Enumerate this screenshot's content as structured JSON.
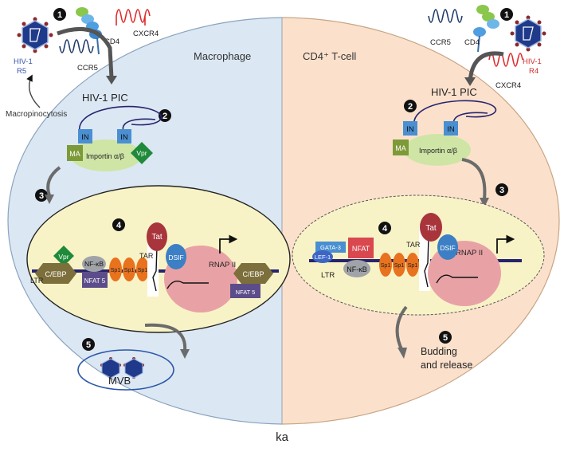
{
  "left_cell": {
    "title": "Macrophage",
    "receptor_cd4": "CD4",
    "receptor_ccr5": "CCR5",
    "receptor_cxcr4": "CXCR4",
    "virus_label_line1": "HIV-1",
    "virus_label_line2": "R5",
    "entry_route": "Macropinocytosis",
    "pic_label": "HIV-1 PIC",
    "integrase_a": "IN",
    "integrase_b": "IN",
    "matrix": "MA",
    "importin": "Importin α/β",
    "vpr_cytoplasm": "Vpr",
    "steps": [
      "1",
      "2",
      "3",
      "4",
      "5"
    ],
    "ltr": "LTR",
    "vpr_nucleus": "Vpr",
    "cebp_left": "C/EBP",
    "nfkb": "NF-κB",
    "nfat5_left": "NFAT 5",
    "sp1": [
      "Sp1",
      "Sp1",
      "Sp1"
    ],
    "tar": "TAR",
    "tat": "Tat",
    "dsif": "DSIF",
    "rnap": "RNAP II",
    "cebp_right": "C/EBP",
    "nfat5_right": "NFAT 5",
    "mvb": "MVB"
  },
  "right_cell": {
    "title": "CD4⁺ T-cell",
    "receptor_ccr5": "CCR5",
    "receptor_cd4": "CD4",
    "receptor_cxcr4": "CXCR4",
    "virus_label_line1": "HIV-1",
    "virus_label_line2": "R4",
    "pic_label": "HIV-1 PIC",
    "integrase_a": "IN",
    "integrase_b": "IN",
    "matrix": "MA",
    "importin": "Importin α/β",
    "steps": [
      "1",
      "2",
      "3",
      "4",
      "5"
    ],
    "gata3": "GATA-3",
    "lef1": "LEF-1",
    "nfat": "NFAT",
    "nfkb": "NF-κB",
    "ltr": "LTR",
    "sp1": [
      "Sp1",
      "Sp1",
      "Sp1"
    ],
    "tar": "TAR",
    "tat": "Tat",
    "dsif": "DSIF",
    "rnap": "RNAP II",
    "budding_line1": "Budding",
    "budding_line2": "and release"
  },
  "caption": "ka",
  "colors": {
    "macrophage_fill": "#dbe7f3",
    "tcell_fill": "#fbe1cc",
    "nucleus_fill": "#f8f3c6",
    "dna": "#27236e",
    "integrase": "#4a8fd1",
    "matrix": "#7d9a38",
    "importin": "#cfe5a6",
    "vpr": "#1f8a3a",
    "cebp": "#7c6f3b",
    "nfat5": "#5c4d8a",
    "sp1": "#e8721e",
    "tat": "#a8343c",
    "dsif": "#3d7fc4",
    "rnap": "#e8a2a5",
    "nfat": "#d9484e",
    "virus": "#1f3a8a",
    "cxcr4": "#e02b2b",
    "ccr5": "#1e3b6a"
  }
}
